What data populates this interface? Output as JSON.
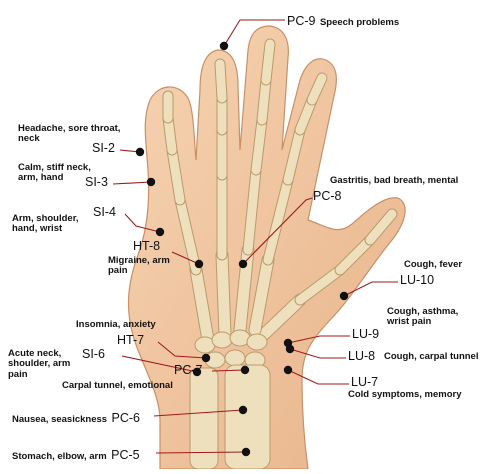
{
  "points": [
    {
      "id": "pc9",
      "code": "PC-9",
      "desc": "Speech problems"
    },
    {
      "id": "si2",
      "code": "SI-2",
      "desc": "Headache, sore throat, neck"
    },
    {
      "id": "si3",
      "code": "SI-3",
      "desc": "Calm, stiff neck, arm, hand"
    },
    {
      "id": "pc8",
      "code": "PC-8",
      "desc": "Gastritis, bad breath, mental"
    },
    {
      "id": "si4",
      "code": "SI-4",
      "desc": "Arm, shoulder, hand, wrist"
    },
    {
      "id": "ht8",
      "code": "HT-8",
      "desc": "Migraine, arm pain"
    },
    {
      "id": "lu10",
      "code": "LU-10",
      "desc": "Cough, fever"
    },
    {
      "id": "lu9",
      "code": "LU-9",
      "desc": "Cough, asthma, wrist pain"
    },
    {
      "id": "ht7",
      "code": "HT-7",
      "desc": "Insomnia, anxiety"
    },
    {
      "id": "si6",
      "code": "SI-6",
      "desc": "Acute neck, shoulder, arm pain"
    },
    {
      "id": "lu8",
      "code": "LU-8",
      "desc": "Cough, carpal tunnel"
    },
    {
      "id": "pc7",
      "code": "PC-7",
      "desc": "Carpal tunnel, emotional"
    },
    {
      "id": "lu7",
      "code": "LU-7",
      "desc": "Cold symptoms, memory"
    },
    {
      "id": "pc6",
      "code": "PC-6",
      "desc": "Nausea, seasickness"
    },
    {
      "id": "pc5",
      "code": "PC-5",
      "desc": "Stomach, elbow, arm"
    }
  ],
  "colors": {
    "skin": "#f2c9a3",
    "skin_shadow": "#e2a97f",
    "bone": "#efe0bd",
    "bone_edge": "#b99a6a",
    "leader": "#9e1b1b",
    "dot": "#111111"
  }
}
